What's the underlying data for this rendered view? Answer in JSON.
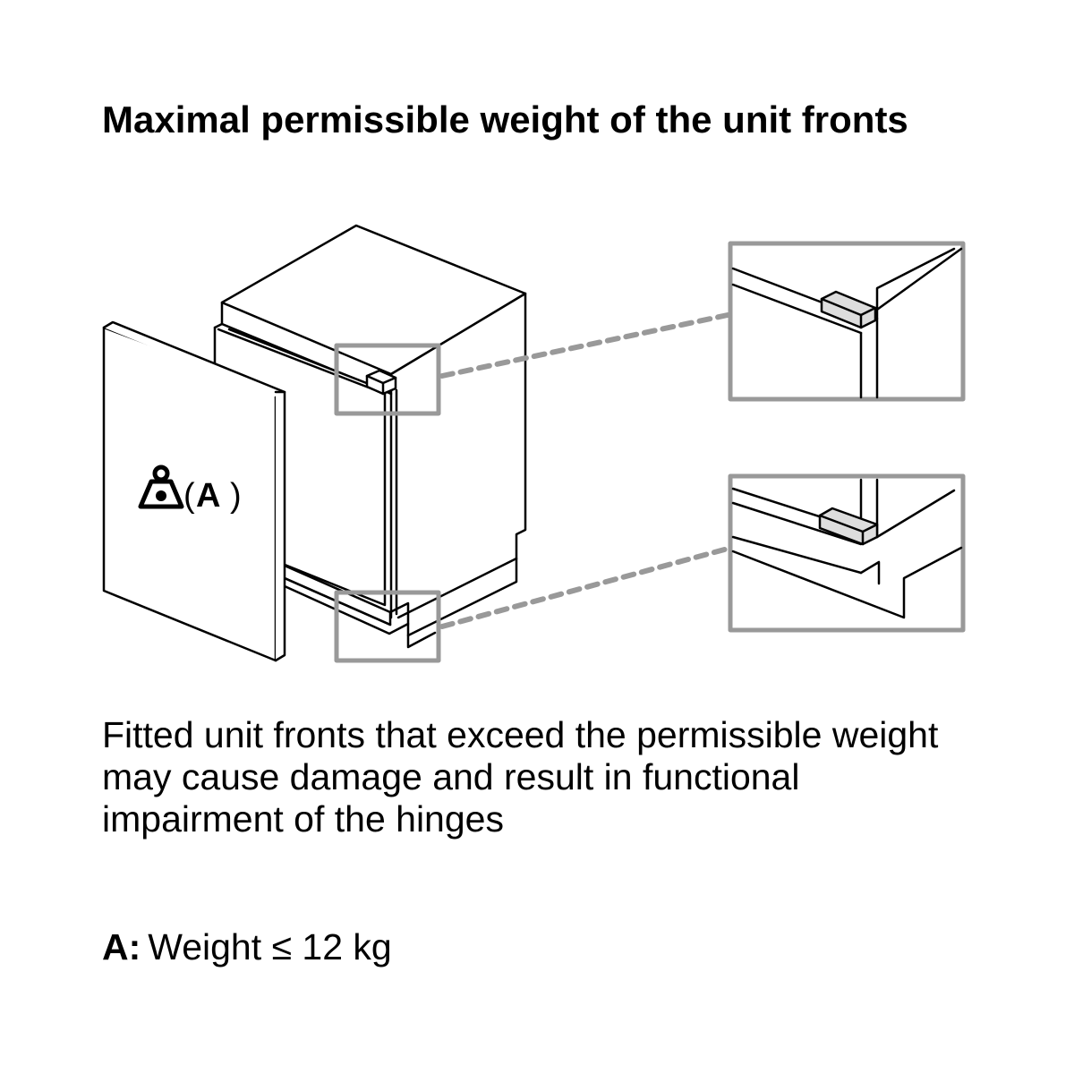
{
  "title": "Maximal permissible weight of the unit fronts",
  "front_label": {
    "open": "(",
    "letter": "A",
    "close": ")"
  },
  "weight_icon": "weight-icon",
  "description": "Fitted unit fronts that exceed the permissible weight may cause damage and result in functional impairment of the hinges",
  "legend": {
    "key": "A:",
    "text": "Weight ≤ 12 kg"
  },
  "colors": {
    "line": "#000000",
    "callout": "#999999",
    "hinge_fill": "#dddddd"
  }
}
